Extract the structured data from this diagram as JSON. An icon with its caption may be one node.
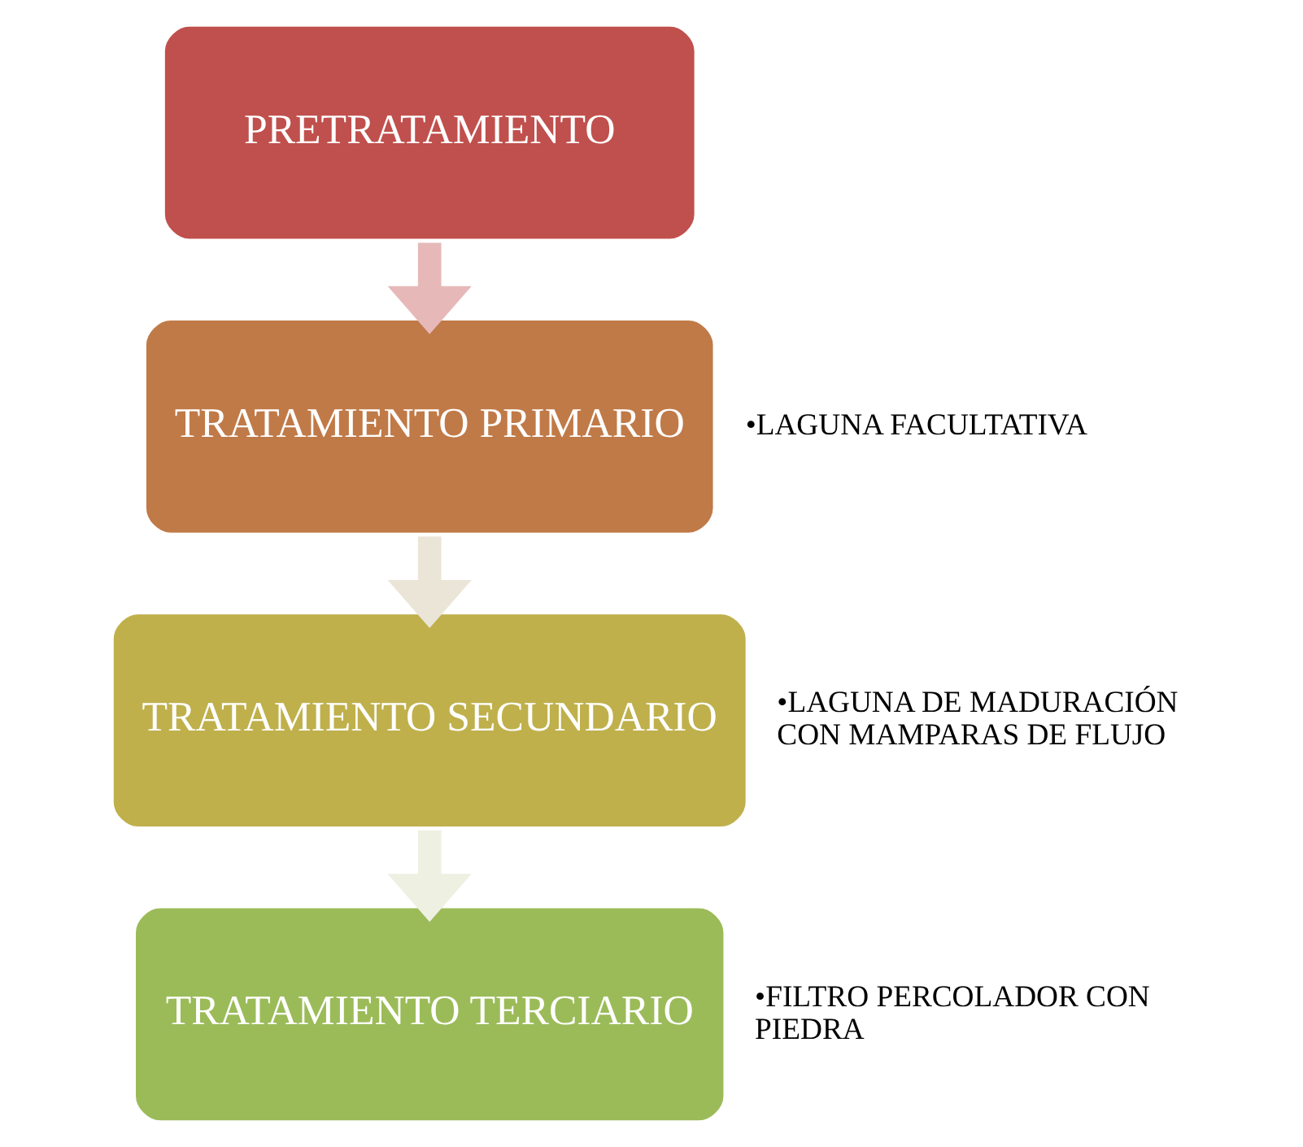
{
  "diagram": {
    "nodes": [
      {
        "text": [
          "PRETRATAMIENTO"
        ]
      },
      {
        "text": [
          "TRATAMIENTO PRIMARIO"
        ],
        "beside": [
          "•LAGUNA FACULTATIVA"
        ]
      },
      {
        "text": [
          "TRATAMIENTO SECUNDARIO"
        ],
        "beside": [
          "•LAGUNA DE MADURACIÓN CON MAMPARAS DE FLUJO"
        ]
      },
      {
        "text": [
          "TRATAMIENTO TERCIARIO"
        ],
        "beside": [
          "•FILTRO PERCOLADOR CON PIEDRA"
        ]
      }
    ],
    "edges": [
      {
        "from": 0,
        "to": 1,
        "arrow": "to",
        "color": "#e6b9b8"
      },
      {
        "from": 1,
        "to": 2,
        "arrow": "to",
        "color": "#ebe5d8"
      },
      {
        "from": 2,
        "to": 3,
        "arrow": "to",
        "color": "#eef0e2"
      }
    ]
  }
}
